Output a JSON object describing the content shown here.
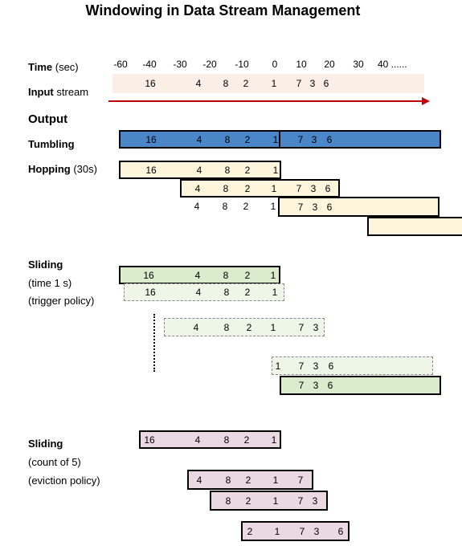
{
  "title": "Windowing in Data Stream Management",
  "time_axis": {
    "label_bold": "Time",
    "label_unit": "(sec)",
    "ticks": [
      "-60",
      "-40",
      "-30",
      "-20",
      "-10",
      "0",
      "10",
      "20",
      "30",
      "40 ......"
    ]
  },
  "input_stream": {
    "label_bold": "Input",
    "label_rest": "stream",
    "values": [
      "16",
      "4",
      "8",
      "2",
      "1",
      "7",
      "3",
      "6"
    ]
  },
  "output_label": "Output",
  "tumbling": {
    "label": "Tumbling",
    "window1": [
      "16",
      "4",
      "8",
      "2",
      "1"
    ],
    "window2": [
      "7",
      "3",
      "6"
    ]
  },
  "hopping": {
    "label_bold": "Hopping",
    "label_rest": "(30s)",
    "row1": [
      "16",
      "4",
      "8",
      "2",
      "1"
    ],
    "row2": [
      "4",
      "8",
      "2",
      "1",
      "7",
      "3",
      "6"
    ],
    "row3_outer": [
      "4",
      "8",
      "2"
    ],
    "row3_left": "1",
    "row3_right": [
      "7",
      "3",
      "6"
    ]
  },
  "sliding_time": {
    "label_bold": "Sliding",
    "line2": "(time 1 s)",
    "line3": "(trigger policy)",
    "row1": [
      "16",
      "4",
      "8",
      "2",
      "1"
    ],
    "row2": [
      "16",
      "4",
      "8",
      "2",
      "1"
    ],
    "row3": [
      "4",
      "8",
      "2",
      "1",
      "7",
      "3"
    ],
    "row4": [
      "1",
      "7",
      "3",
      "6"
    ],
    "row5": [
      "7",
      "3",
      "6"
    ]
  },
  "sliding_count": {
    "label_bold": "Sliding",
    "line2": "(count of 5)",
    "line3": "(eviction policy)",
    "row1": [
      "16",
      "4",
      "8",
      "2",
      "1"
    ],
    "row2": [
      "4",
      "8",
      "2",
      "1",
      "7"
    ],
    "row3": [
      "8",
      "2",
      "1",
      "7",
      "3"
    ],
    "row4": [
      "2",
      "1",
      "7",
      "3",
      "6"
    ]
  },
  "colors": {
    "arrow": "#c00000",
    "input_bg": "#fbeee6",
    "tumbling": "#4a86c8",
    "hopping": "#fdf5dc",
    "sliding_solid": "#dbeccd",
    "sliding_light": "#eef6e8",
    "count": "#ead8e2"
  }
}
